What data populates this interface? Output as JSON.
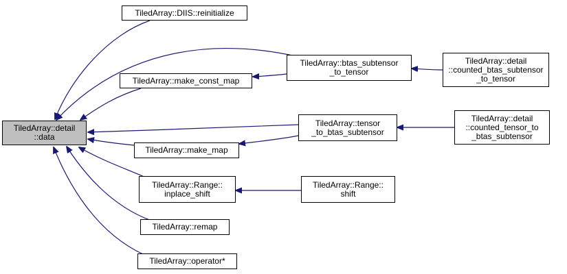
{
  "colors": {
    "edge": "#191970",
    "root_fill": "#bfbfbf",
    "node_fill": "#ffffff",
    "border": "#000000"
  },
  "nodes": {
    "root": {
      "lines": [
        "TiledArray::detail",
        "::data"
      ]
    },
    "diis": {
      "lines": [
        "TiledArray::DIIS::reinitialize"
      ]
    },
    "const_map": {
      "lines": [
        "TiledArray::make_const_map"
      ]
    },
    "btas_sub": {
      "lines": [
        "TiledArray::btas_subtensor",
        "_to_tensor"
      ]
    },
    "counted_btas": {
      "lines": [
        "TiledArray::detail",
        "::counted_btas_subtensor",
        "_to_tensor"
      ]
    },
    "tensor_to": {
      "lines": [
        "TiledArray::tensor",
        "_to_btas_subtensor"
      ]
    },
    "counted_tensor": {
      "lines": [
        "TiledArray::detail",
        "::counted_tensor_to",
        "_btas_subtensor"
      ]
    },
    "make_map": {
      "lines": [
        "TiledArray::make_map"
      ]
    },
    "inplace": {
      "lines": [
        "TiledArray::Range::",
        "inplace_shift"
      ]
    },
    "shift": {
      "lines": [
        "TiledArray::Range::",
        "shift"
      ]
    },
    "remap": {
      "lines": [
        "TiledArray::remap"
      ]
    },
    "operator": {
      "lines": [
        "TiledArray::operator*"
      ]
    }
  }
}
